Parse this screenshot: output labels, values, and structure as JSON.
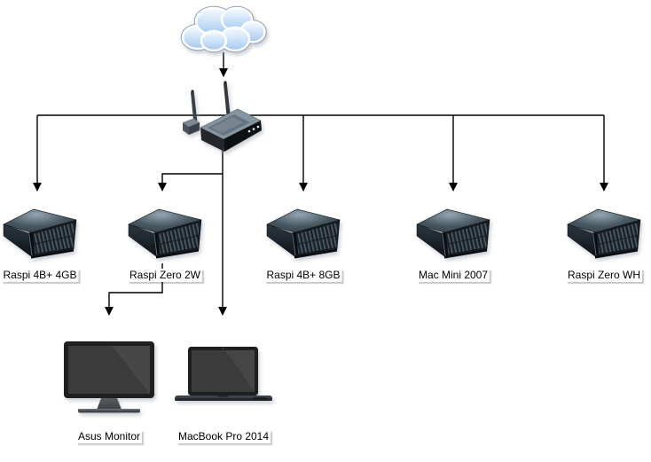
{
  "diagram": {
    "type": "network-topology",
    "internet": {
      "icon": "cloud-icon",
      "label": ""
    },
    "router": {
      "icon": "wireless-router-icon",
      "label": ""
    },
    "servers": [
      {
        "id": "server-1",
        "icon": "rack-server-icon",
        "label": "Raspi 4B+ 4GB"
      },
      {
        "id": "server-2",
        "icon": "rack-server-icon",
        "label": "Raspi Zero 2W"
      },
      {
        "id": "server-3",
        "icon": "rack-server-icon",
        "label": "Raspi 4B+ 8GB"
      },
      {
        "id": "server-4",
        "icon": "rack-server-icon",
        "label": "Mac Mini 2007"
      },
      {
        "id": "server-5",
        "icon": "rack-server-icon",
        "label": "Raspi Zero WH"
      }
    ],
    "peripherals": [
      {
        "id": "peripheral-1",
        "icon": "monitor-icon",
        "label": "Asus Monitor"
      },
      {
        "id": "peripheral-2",
        "icon": "laptop-icon",
        "label": "MacBook Pro 2014"
      }
    ],
    "edges": [
      {
        "from": "internet-cloud",
        "to": "router"
      },
      {
        "from": "router",
        "to": "server-1"
      },
      {
        "from": "router",
        "to": "server-2"
      },
      {
        "from": "router",
        "to": "server-3"
      },
      {
        "from": "router",
        "to": "server-4"
      },
      {
        "from": "router",
        "to": "server-5"
      },
      {
        "from": "router",
        "to": "peripheral-2"
      },
      {
        "from": "server-2",
        "to": "peripheral-1"
      }
    ],
    "colors": {
      "background": "#ffffff",
      "connector": "#000000",
      "label_text": "#000000",
      "label_background": "#ffffff",
      "cloud_fill_top": "#f7fbff",
      "cloud_fill_bottom": "#a3c8ef",
      "device_body": "#15191d",
      "server_top": "#54646f"
    }
  }
}
